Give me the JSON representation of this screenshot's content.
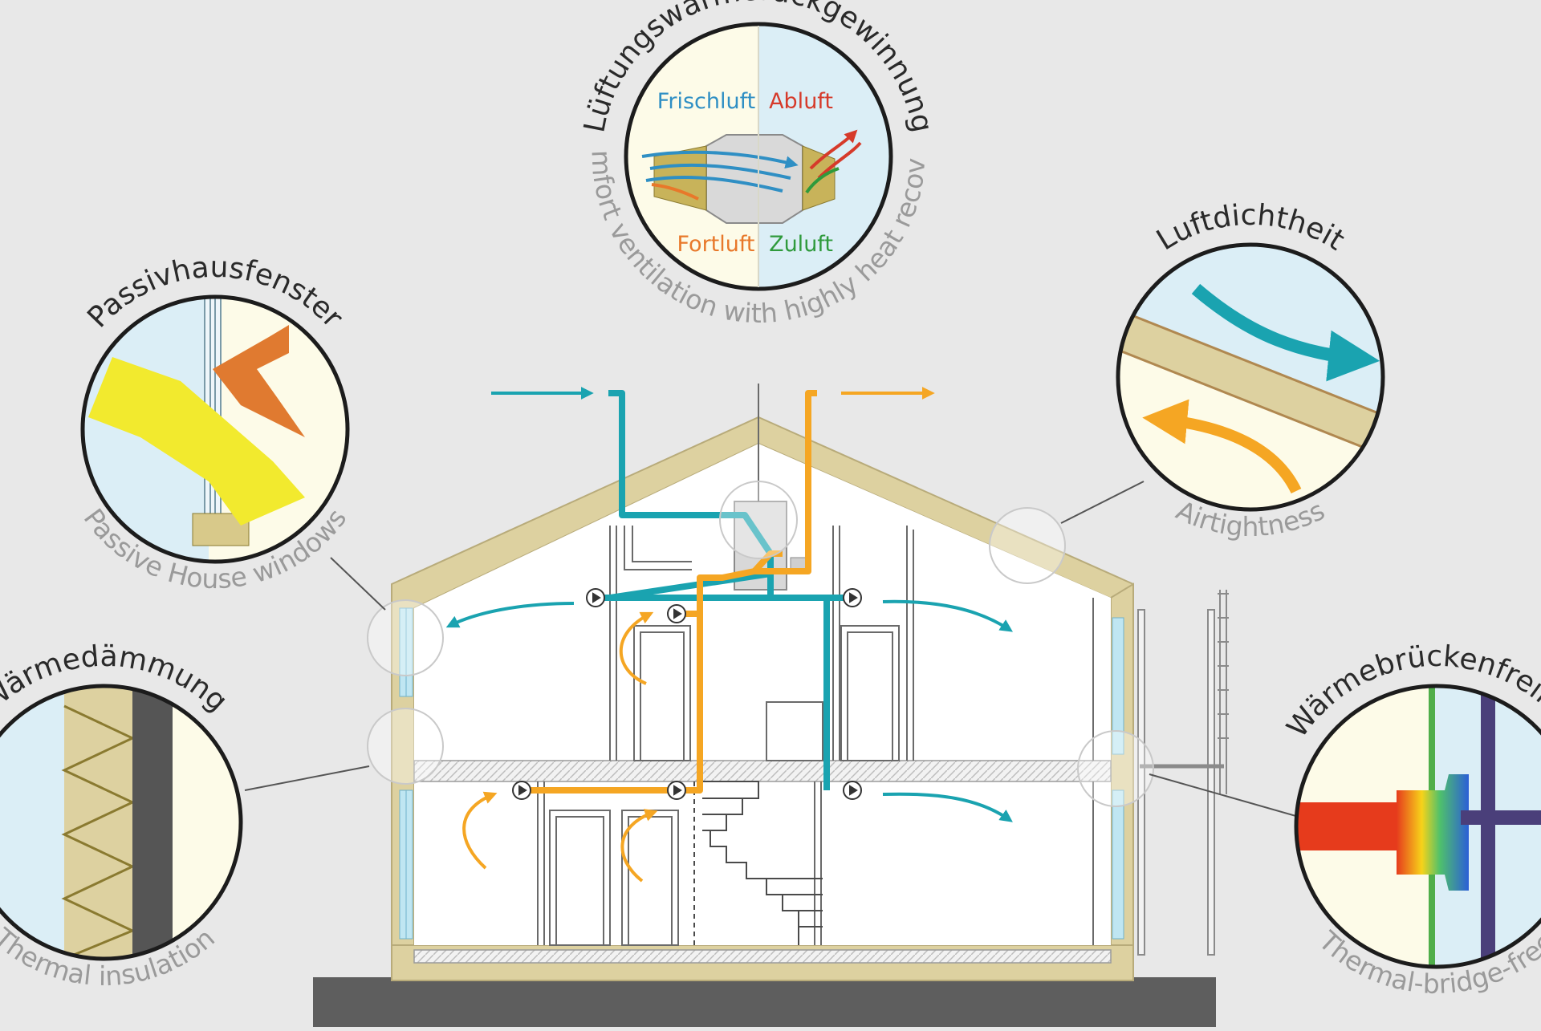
{
  "features": {
    "ventilation": {
      "title_de": "Lüftungswärmerückgewinnung",
      "title_en": "Comfort ventilation with highly heat recovery",
      "fresh_air": "Frischluft",
      "exhaust_air": "Abluft",
      "outgoing_air": "Fortluft",
      "supply_air": "Zuluft"
    },
    "windows": {
      "title_de": "Passivhausfenster",
      "title_en": "Passive House windows"
    },
    "airtightness": {
      "title_de": "Luftdichtheit",
      "title_en": "Airtightness"
    },
    "insulation": {
      "title_de": "Wärmedämmung",
      "title_en": "Thermal insulation"
    },
    "thermal_bridge": {
      "title_de": "Wärmebrückenfreiheit",
      "title_en": "Thermal-bridge-free"
    }
  },
  "colors": {
    "background": "#e8e8e8",
    "insulation": "#ddd1a0",
    "fresh_air": "#1aa3b0",
    "exhaust_air": "#f5a623",
    "label_blue": "#2f8fc4",
    "label_red": "#d63a2a",
    "label_orange": "#e8782a",
    "label_green": "#2f9a3c",
    "ground": "#5e5e5e"
  },
  "icons": {
    "fan": "fan-icon",
    "arrow": "arrow-icon"
  }
}
